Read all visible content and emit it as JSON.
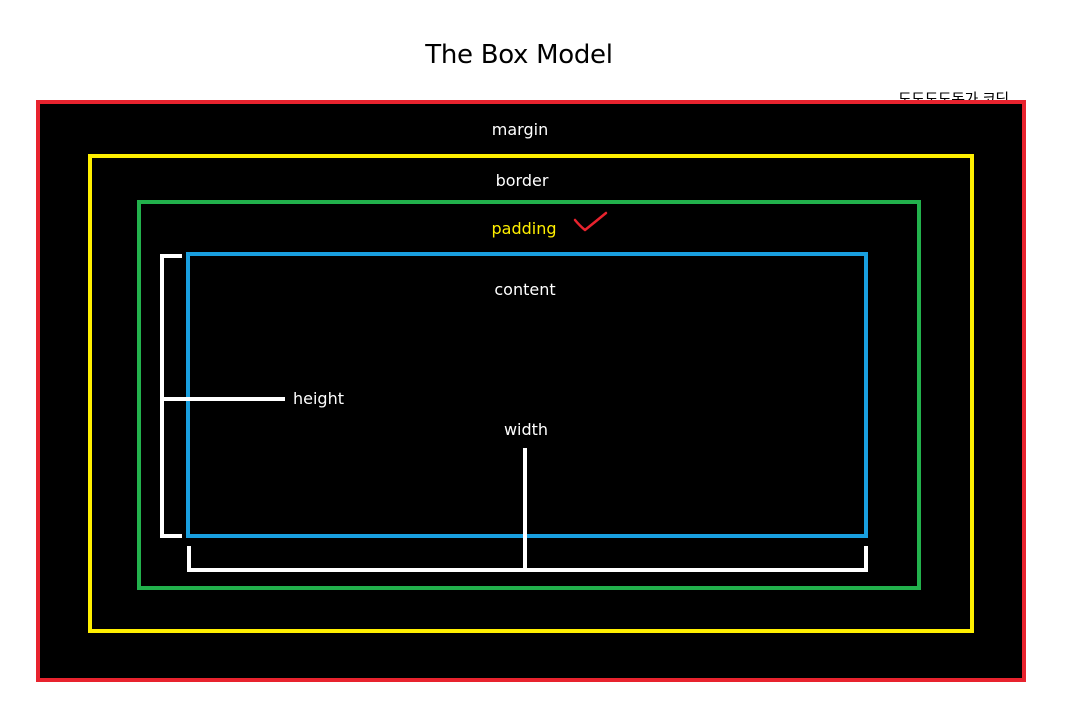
{
  "title": "The Box Model",
  "corner_note": "도도도도돈가 코딩",
  "layers": {
    "margin": "margin",
    "border": "border",
    "padding": "padding",
    "content": "content"
  },
  "dimensions": {
    "height": "height",
    "width": "width"
  },
  "colors": {
    "margin_outline": "#e8232e",
    "border_outline": "#ffef00",
    "padding_outline": "#22b14c",
    "content_outline": "#199fdf",
    "padding_label": "#ffef00",
    "check_mark": "#e8232e",
    "background_fill": "#000000",
    "label_text": "#ffffff"
  }
}
